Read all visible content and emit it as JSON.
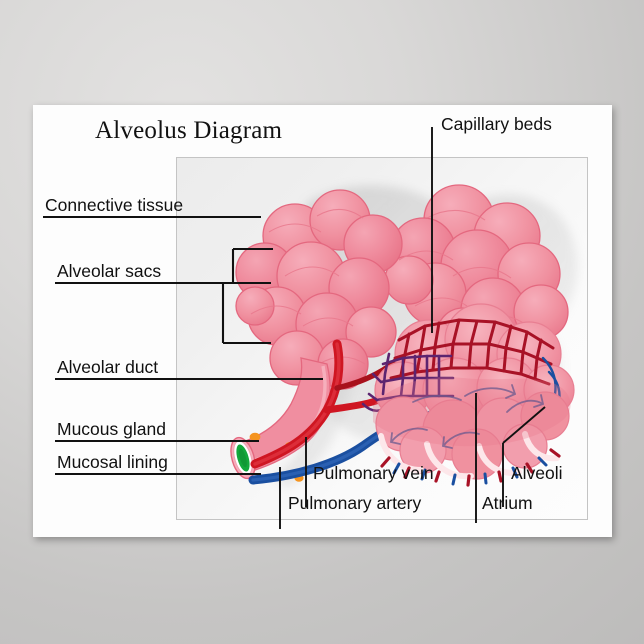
{
  "poster": {
    "title": "Alveolus Diagram",
    "background_color": "#fdfdfd",
    "frame_border_color": "#c4c4c4"
  },
  "labels": {
    "connective_tissue": "Connective tissue",
    "alveolar_sacs": "Alveolar sacs",
    "alveolar_duct": "Alveolar duct",
    "mucous_gland": "Mucous gland",
    "mucosal_lining": "Mucosal lining",
    "capillary_beds": "Capillary beds",
    "pulmonary_vein": "Pulmonary vein",
    "pulmonary_artery": "Pulmonary artery",
    "alveoli": "Alveoli",
    "atrium": "Atrium"
  },
  "colors": {
    "alveolus_pink": "#ef8094",
    "alveolus_pink_light": "#f2a0ae",
    "alveolus_outline": "#e4687f",
    "artery_red": "#cf1622",
    "artery_dark": "#a8111c",
    "vein_blue": "#1a4fa0",
    "capillary_dark_red": "#a81226",
    "capillary_purple": "#5c2470",
    "mucosal_green": "#14a83c",
    "mucous_orange": "#f5941f",
    "shadow_gray": "#9a9a9a",
    "leader_line": "#000000",
    "text": "#111111"
  },
  "diagram": {
    "type": "anatomical-illustration",
    "subject": "pulmonary alveolus",
    "parts": [
      "alveolar sac cluster (left)",
      "alveolar sac cluster (right)",
      "capillary bed mesh",
      "alveolar duct",
      "bronchiole cross-section",
      "pulmonary artery",
      "pulmonary vein",
      "cut-away alveoli with atrium airflow arrows"
    ]
  }
}
